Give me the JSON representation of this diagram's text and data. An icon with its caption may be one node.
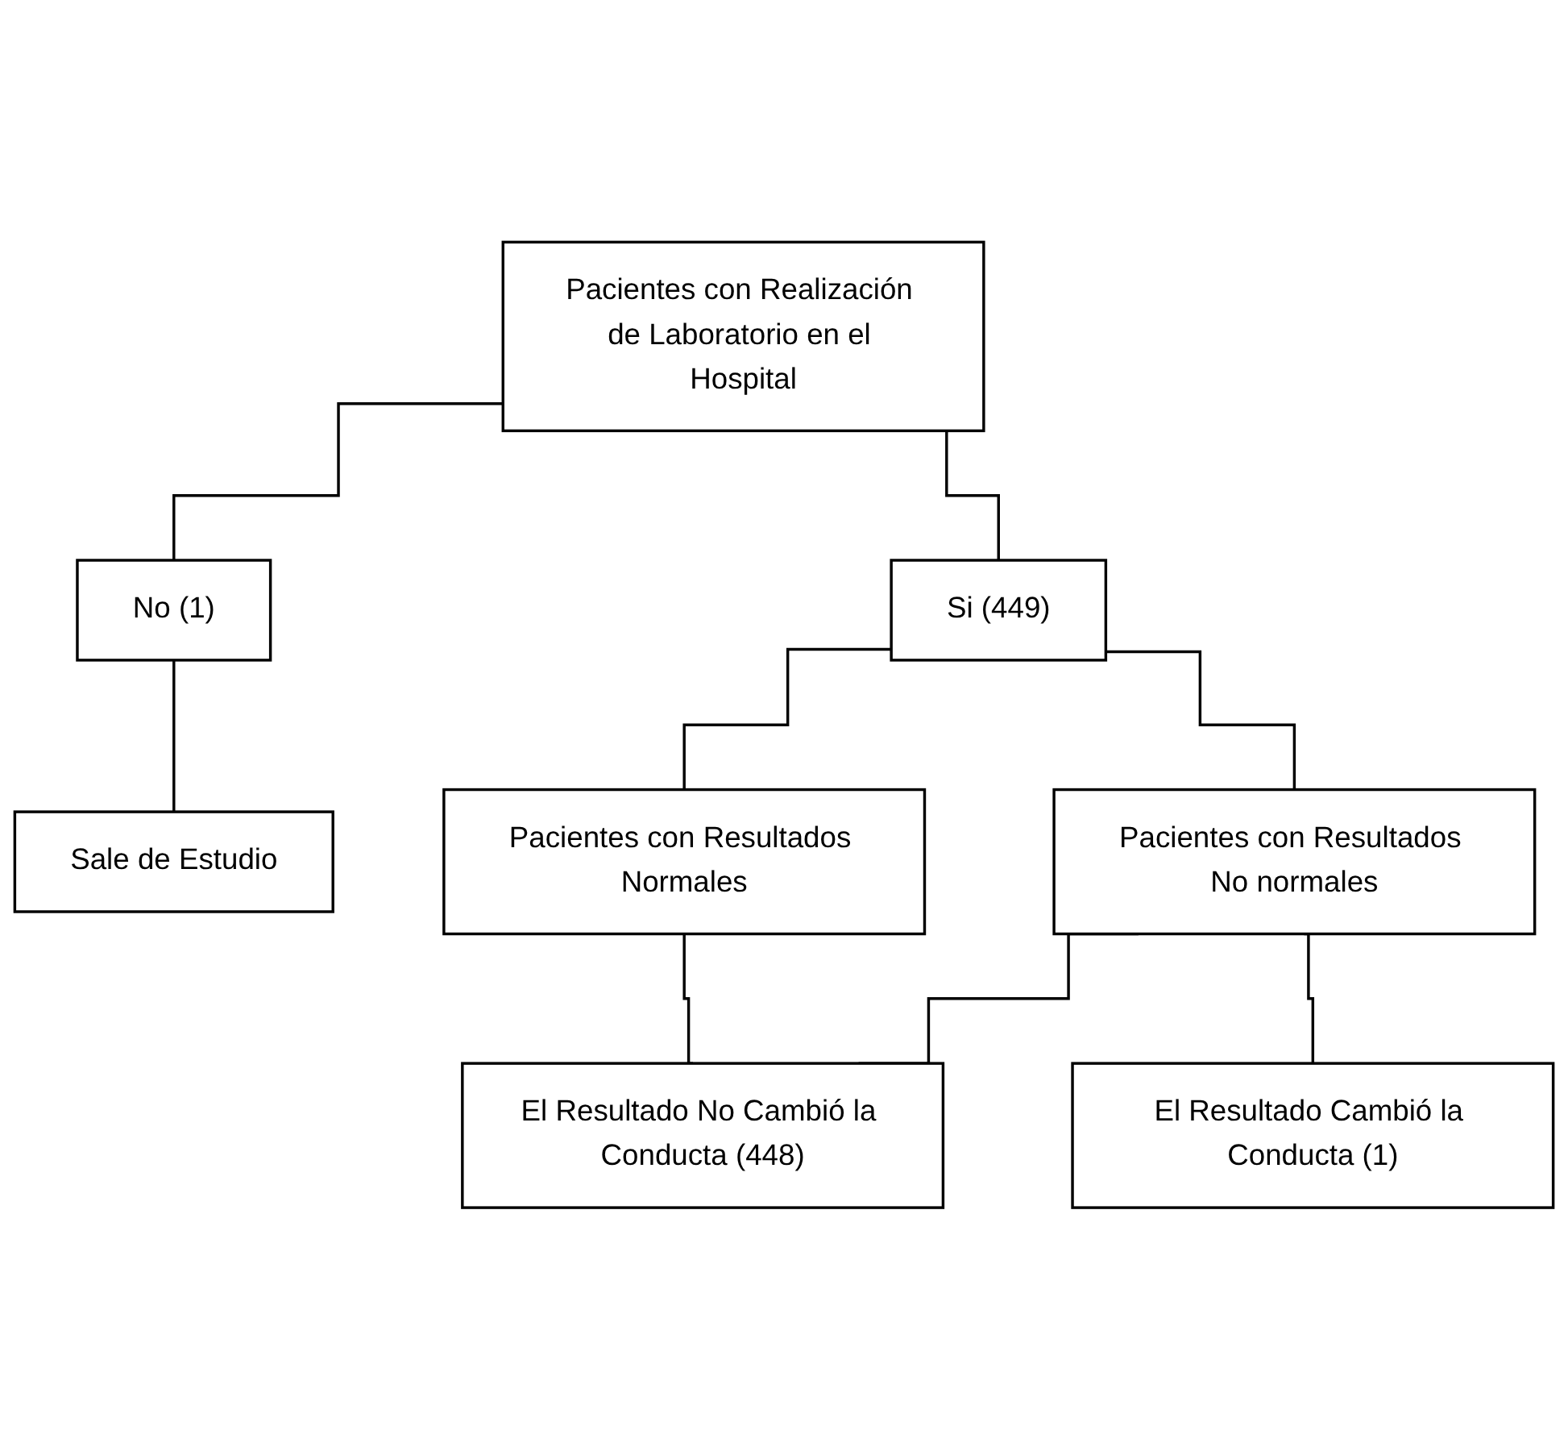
{
  "diagram": {
    "nodes": [
      {
        "text": [
          "Pacientes con Realización de Laboratorio en el Hospital"
        ]
      },
      {
        "text": [
          "Si (449)"
        ]
      },
      {
        "text": [
          "No (1)"
        ]
      },
      {
        "text": [
          "Sale de Estudio"
        ]
      },
      {
        "text": [
          "Pacientes con Resultados Normales"
        ]
      },
      {
        "text": [
          "Pacientes con Resultados No normales"
        ]
      },
      {
        "text": [
          "El Resultado No Cambió la Conducta (448)"
        ]
      },
      {
        "text": [
          "El Resultado Cambió la Conducta (1)"
        ]
      }
    ],
    "edges": [
      {
        "from": 0,
        "to": 1,
        "arrow": "none"
      },
      {
        "from": 0,
        "to": 2,
        "arrow": "none"
      },
      {
        "from": 2,
        "to": 3,
        "arrow": "none"
      },
      {
        "from": 1,
        "to": 4,
        "arrow": "none"
      },
      {
        "from": 1,
        "to": 5,
        "arrow": "none"
      },
      {
        "from": 4,
        "to": 6,
        "arrow": "none"
      },
      {
        "from": 5,
        "to": 6,
        "arrow": "none"
      },
      {
        "from": 5,
        "to": 7,
        "arrow": "none"
      }
    ]
  }
}
